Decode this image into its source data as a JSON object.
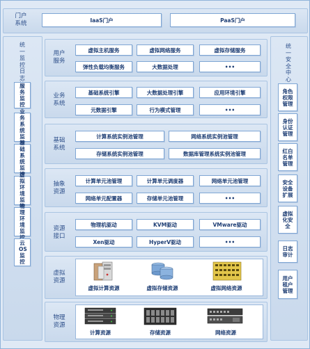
{
  "portal": {
    "title": "门户\n系统",
    "items": [
      "IaaS门户",
      "PaaS门户"
    ]
  },
  "left_column": {
    "title": "统\n一\n监\n控\n日\n志\n管\n理",
    "items": [
      "服务监控",
      "业务系统监控",
      "基础系统监控",
      "虚拟环境监控",
      "物理环境监控",
      "云OS监控"
    ]
  },
  "right_column": {
    "title": "统\n一\n安\n全\n中\n心\nUSC",
    "items": [
      "角色权限管理",
      "身份认证管理",
      "红白名单管理",
      "安全设备扩展",
      "虚拟化安全",
      "日志审计",
      "用户租户管理"
    ]
  },
  "layers": {
    "user_service": {
      "title": "用户\n服务",
      "row1": [
        "虚拟主机服务",
        "虚拟网络服务",
        "虚拟存储服务"
      ],
      "row2": [
        "弹性负载均衡服务",
        "大数据处理",
        "•••"
      ]
    },
    "business_system": {
      "title": "业务\n系统",
      "row1": [
        "基础系统引擎",
        "大数据处理引擎",
        "应用环境引擎"
      ],
      "row2": [
        "元数据引擎",
        "行为模式管理",
        "•••"
      ]
    },
    "base_system": {
      "title": "基础\n系统",
      "row1": [
        "计算系统实例池管理",
        "网络系统实例池管理"
      ],
      "row2": [
        "存储系统实例池管理",
        "数据库管理系统实例池管理"
      ]
    },
    "abstract_resource": {
      "title": "抽象\n资源",
      "row1": [
        "计算单元池管理",
        "计算单元调度器",
        "网络单元池管理"
      ],
      "row2": [
        "网络单元配置器",
        "存储单元池管理",
        "•••"
      ]
    },
    "resource_interface": {
      "title": "资源\n接口",
      "row1": [
        "物理机驱动",
        "KVM驱动",
        "VMware驱动"
      ],
      "row2": [
        "Xen驱动",
        "HyperV驱动",
        "•••"
      ]
    },
    "virtual_resource": {
      "title": "虚拟\n资源",
      "items": [
        "虚拟计算资源",
        "虚拟存储资源",
        "虚拟网络资源"
      ],
      "icons": [
        "server-tower-icon",
        "disk-stack-icon",
        "network-switch-icon"
      ]
    },
    "physical_resource": {
      "title": "物理\n资源",
      "items": [
        "计算资源",
        "存储资源",
        "网络资源"
      ],
      "icons": [
        "rack-server-icon",
        "storage-array-icon",
        "network-device-icon"
      ]
    }
  },
  "colors": {
    "band": "#c9d9ec",
    "border": "#7fa6d4",
    "text": "#1f3f75",
    "background": "#dfe9f5"
  }
}
